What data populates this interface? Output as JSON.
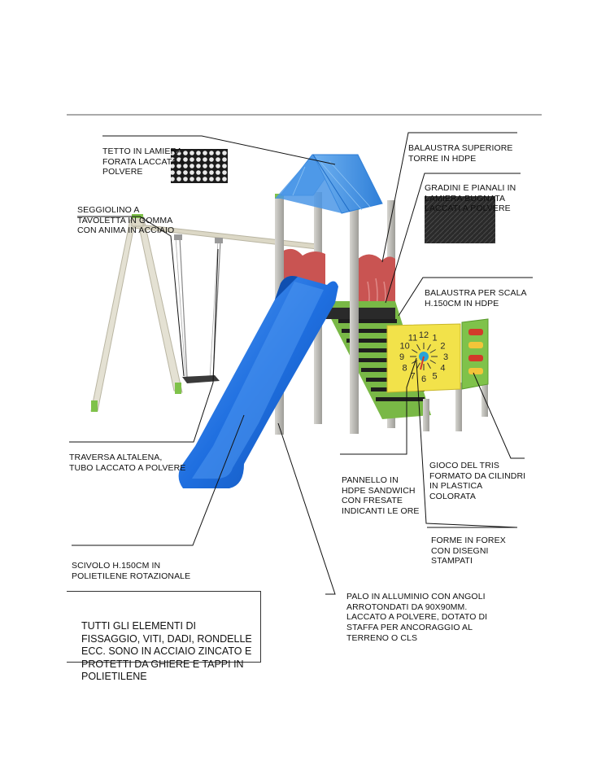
{
  "labels": {
    "roof": [
      "TETTO IN LAMIERA",
      "FORATA LACCATA A",
      "POLVERE"
    ],
    "upper_rail": [
      "BALAUSTRA SUPERIORE",
      "TORRE IN HDPE"
    ],
    "steps": [
      "GRADINI E PIANALI IN",
      "LAMIERA BUGNATA",
      "LACCATI A POLVERE"
    ],
    "seat": [
      "SEGGIOLINO A",
      "TAVOLETTA IN GOMMA",
      "CON ANIMA IN ACCIAIO"
    ],
    "stair_rail": [
      "BALAUSTRA PER SCALA",
      "H.150CM IN HDPE"
    ],
    "swing_beam": [
      "TRAVERSA ALTALENA,",
      "TUBO LACCATO A POLVERE"
    ],
    "tris_game": [
      "GIOCO DEL TRIS",
      "FORMATO DA CILINDRI",
      "IN PLASTICA",
      "COLORATA"
    ],
    "clock_panel": [
      "PANNELLO IN",
      "HDPE SANDWICH",
      "CON FRESATE",
      "INDICANTI LE ORE"
    ],
    "forex": [
      "FORME IN FOREX",
      "CON DISEGNI",
      "STAMPATI"
    ],
    "slide": [
      "SCIVOLO H.150CM IN",
      "POLIETILENE ROTAZIONALE"
    ],
    "pole": [
      "PALO IN ALLUMINIO CON ANGOLI",
      "ARROTONDATI DA 90X90MM.",
      "LACCATO A POLVERE, DOTATO DI",
      "STAFFA PER ANCORAGGIO AL",
      "TERRENO O CLS"
    ]
  },
  "note": [
    "TUTTI GLI ELEMENTI DI",
    "FISSAGGIO, VITI, DADI, RONDELLE",
    "ECC. SONO IN ACCIAIO ZINCATO E",
    "PROTETTI DA GHIERE E TAPPI IN",
    "POLIETILENE"
  ],
  "clock_numbers": [
    "12",
    "1",
    "2",
    "3",
    "4",
    "5",
    "6",
    "7",
    "8",
    "9",
    "10",
    "11"
  ],
  "colors": {
    "slide_blue": "#1f6fe0",
    "roof_blue": "#3f8fe6",
    "panel_red": "#c9504f",
    "panel_green": "#6fae3a",
    "clock_yellow": "#f2e24a",
    "pole_grey": "#b9b8b4",
    "swing_frame": "#dcd8c6",
    "step_dark": "#222222"
  }
}
